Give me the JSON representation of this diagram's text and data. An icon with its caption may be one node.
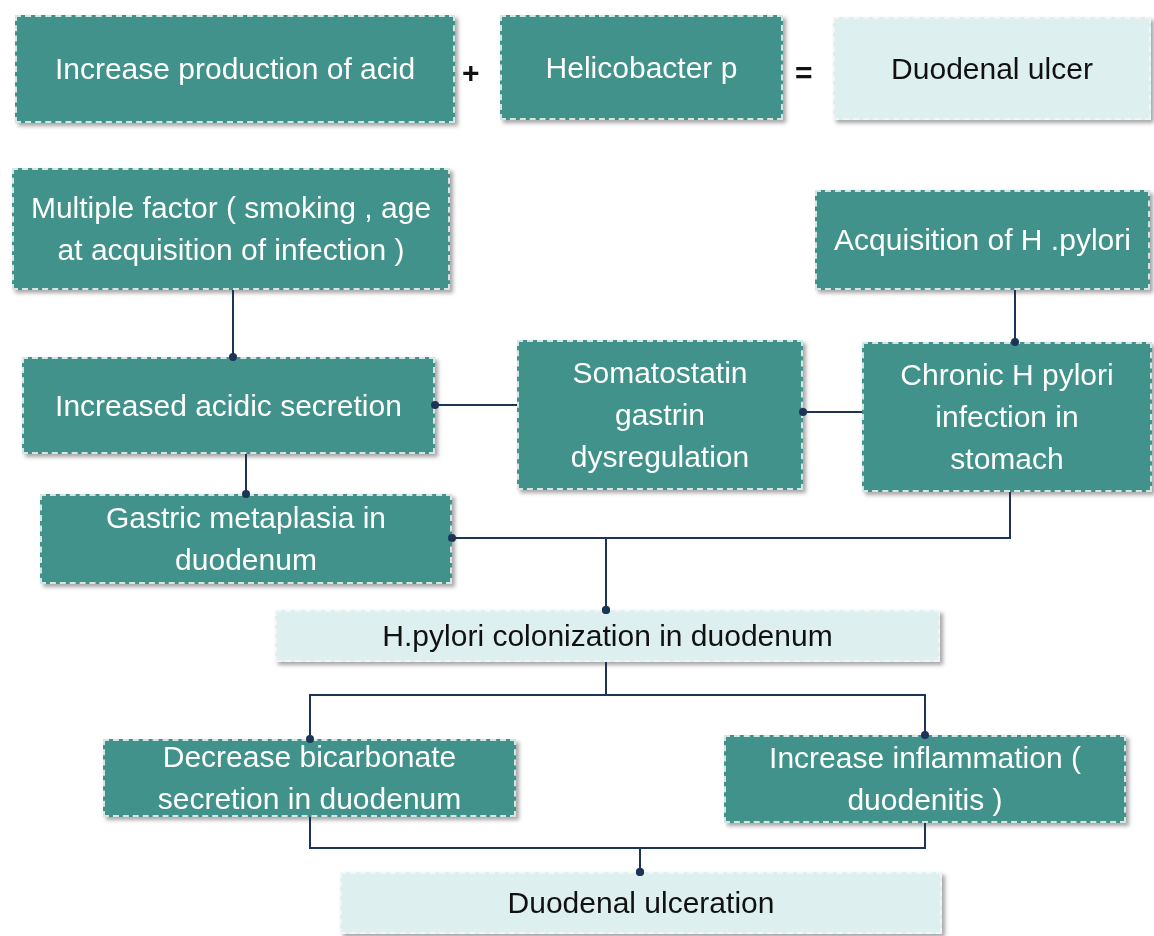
{
  "diagram": {
    "nodes": [
      {
        "text": [
          "Increase production of acid"
        ]
      },
      {
        "text": [
          "Helicobacter p"
        ]
      },
      {
        "text": [
          "Duodenal ulcer"
        ]
      },
      {
        "text": [
          "Multiple factor ( smoking , age at acquisition of infection )"
        ]
      },
      {
        "text": [
          "Acquisition of H .pylori"
        ]
      },
      {
        "text": [
          "Increased acidic secretion"
        ]
      },
      {
        "text": [
          "Somatostatin gastrin dysregulation"
        ]
      },
      {
        "text": [
          "Chronic H pylori infection in stomach"
        ]
      },
      {
        "text": [
          "Gastric metaplasia in duodenum"
        ]
      },
      {
        "text": [
          "H.pylori colonization in duodenum"
        ]
      },
      {
        "text": [
          "Decrease bicarbonate secretion in duodenum"
        ]
      },
      {
        "text": [
          "Increase inflammation ( duodenitis )"
        ]
      },
      {
        "text": [
          "Duodenal ulceration"
        ]
      }
    ],
    "edges": [
      {
        "from": 3,
        "to": 5,
        "arrow": "other"
      },
      {
        "from": 4,
        "to": 7,
        "arrow": "other"
      },
      {
        "from": 6,
        "to": 5,
        "arrow": "other"
      },
      {
        "from": 7,
        "to": 6,
        "arrow": "other"
      },
      {
        "from": 5,
        "to": 8,
        "arrow": "other"
      },
      {
        "from": 7,
        "to": 8,
        "arrow": "other"
      },
      {
        "from": 7,
        "to": 9,
        "arrow": "other"
      },
      {
        "from": 8,
        "to": 9,
        "arrow": "other"
      },
      {
        "from": 9,
        "to": 10,
        "arrow": "other"
      },
      {
        "from": 9,
        "to": 11,
        "arrow": "other"
      },
      {
        "from": 10,
        "to": 12,
        "arrow": "other"
      },
      {
        "from": 11,
        "to": 12,
        "arrow": "other"
      }
    ],
    "labels": [
      "+",
      "="
    ]
  }
}
